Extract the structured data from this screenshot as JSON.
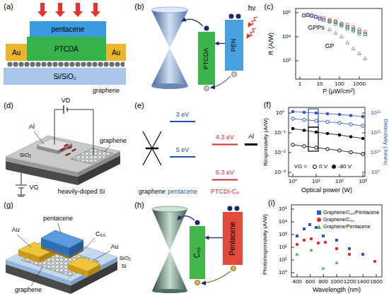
{
  "diagram": {
    "nodes": [
      {
        "text": [
          "pentacene"
        ]
      },
      {
        "text": [
          "PTCDA"
        ]
      },
      {
        "text": [
          "Au"
        ]
      },
      {
        "text": [
          "Au"
        ]
      },
      {
        "text": [
          "Si/SiO₂"
        ]
      },
      {
        "text": [
          "PTCDA"
        ]
      },
      {
        "text": [
          "PEN"
        ]
      },
      {
        "text": [
          "C₆₀"
        ]
      },
      {
        "text": [
          "Pentacene"
        ]
      }
    ],
    "edges": [
      {
        "from": 6,
        "to": 5,
        "arrow": "to"
      },
      {
        "from": 8,
        "to": 7,
        "arrow": "to"
      }
    ],
    "labels": [
      "(a)",
      "graphene",
      "(b)",
      "hν",
      "(c)",
      "10⁵",
      "10⁴",
      "10³",
      "1",
      "10",
      "100",
      "1000",
      "R (A/W)",
      "P (μW/cm²)",
      "GPPs",
      "GP",
      "(d)",
      "VD",
      "VG",
      "graphene",
      "Al",
      "SiO₂",
      "heavily-doped Si",
      "(e)",
      "graphene",
      "pentacene",
      "PTCDI-C₈",
      "Al",
      "3 eV",
      "5 eV",
      "4.3 eV",
      "6.3 eV",
      "(f)",
      "10⁰",
      "10⁻¹",
      "10⁻²",
      "10⁻³",
      "10¹²",
      "10¹¹",
      "10¹⁰",
      "10⁹",
      "10⁰",
      "10¹",
      "10²",
      "10³",
      "Responsivity (A/W)",
      "Detectivity (Jones)",
      "Optical power (W)",
      "VG =",
      "(g)",
      "Au",
      "pentacene",
      "Au",
      "C₆₀",
      "graphene",
      "SiO₂",
      "Si",
      "(h)",
      "(i)",
      "10⁵",
      "10⁴",
      "10³",
      "10²",
      "10¹",
      "10⁰",
      "400",
      "600",
      "800",
      "1000",
      "1200",
      "1400",
      "1600",
      "Photoresponsivity (A/W)",
      "Wavelength (nm)"
    ],
    "legend": [
      {
        "text": "0 V"
      },
      {
        "text": "-80 V"
      },
      {
        "text": "Graphene/C₆₀/Pentacene",
        "color": "#2b55c8"
      },
      {
        "text": "Graphene/C₆₀",
        "color": "#e02a2a"
      },
      {
        "text": "Graphene/Pentacene",
        "color": "#3cb44b"
      }
    ]
  }
}
